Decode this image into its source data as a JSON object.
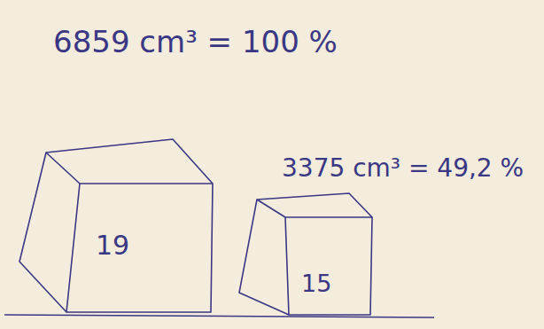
{
  "diagram": {
    "nodes": [
      {
        "text": [
          "19"
        ]
      },
      {
        "text": [
          "15"
        ]
      }
    ],
    "labels": [
      "6859 cm³ = 100 %",
      "3375 cm³ = 49,2 %"
    ]
  }
}
